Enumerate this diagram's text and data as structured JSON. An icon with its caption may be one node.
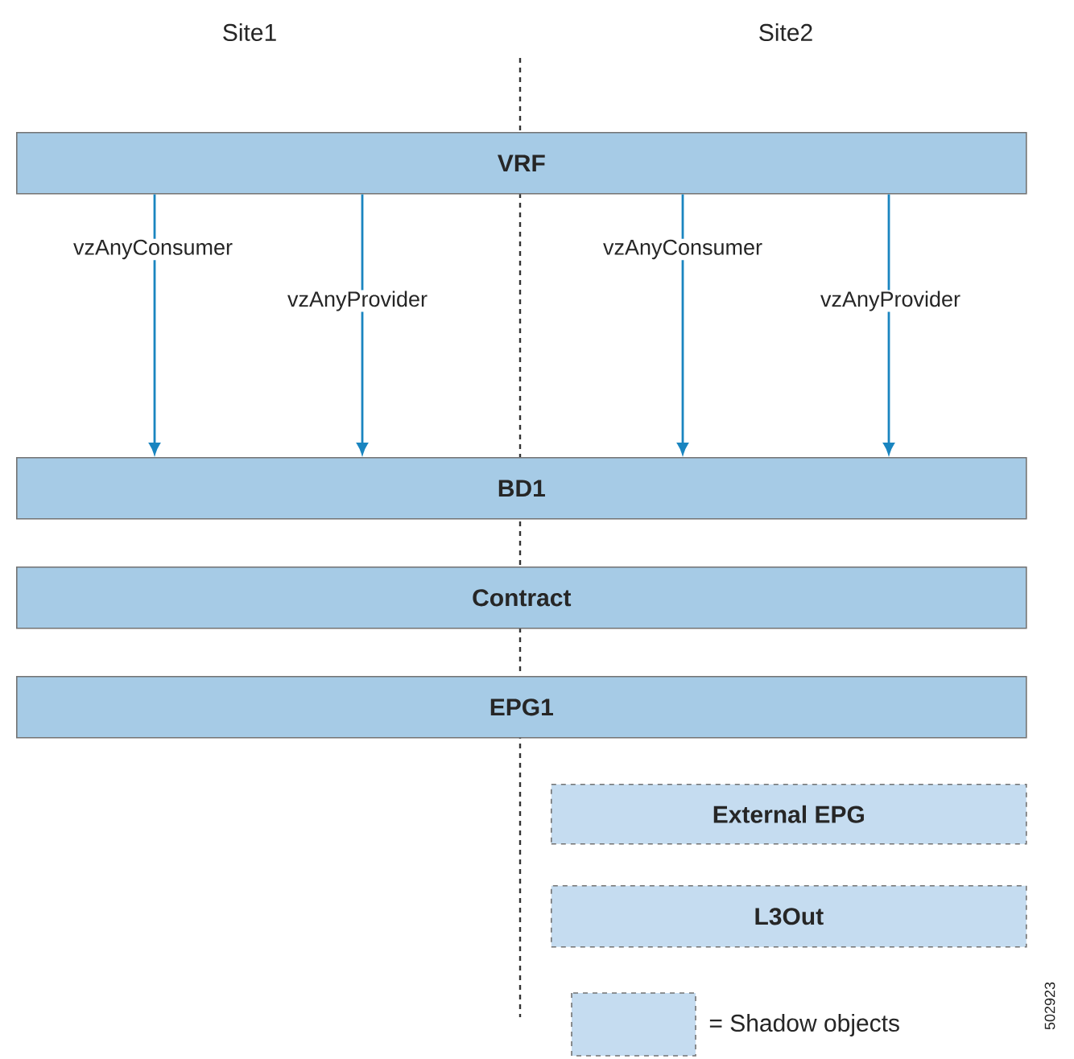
{
  "diagram": {
    "nodes": [
      {
        "text": [
          "VRF"
        ]
      },
      {
        "text": [
          "BD1"
        ]
      },
      {
        "text": [
          "Contract"
        ]
      },
      {
        "text": [
          "EPG1"
        ]
      },
      {
        "text": [
          "External EPG"
        ]
      },
      {
        "text": [
          "L3Out"
        ]
      }
    ],
    "edges": [
      {
        "from": 0,
        "to": 1,
        "arrow": "to",
        "label": "vzAnyConsumer"
      },
      {
        "from": 0,
        "to": 1,
        "arrow": "to",
        "label": "vzAnyProvider"
      },
      {
        "from": 0,
        "to": 1,
        "arrow": "to",
        "label": "vzAnyConsumer"
      },
      {
        "from": 0,
        "to": 1,
        "arrow": "to",
        "label": "vzAnyProvider"
      }
    ],
    "labels": [
      "Site1",
      "Site2",
      "502923"
    ],
    "legend": [
      {
        "text": "= Shadow objects",
        "color": "#c5dcf0"
      }
    ]
  }
}
